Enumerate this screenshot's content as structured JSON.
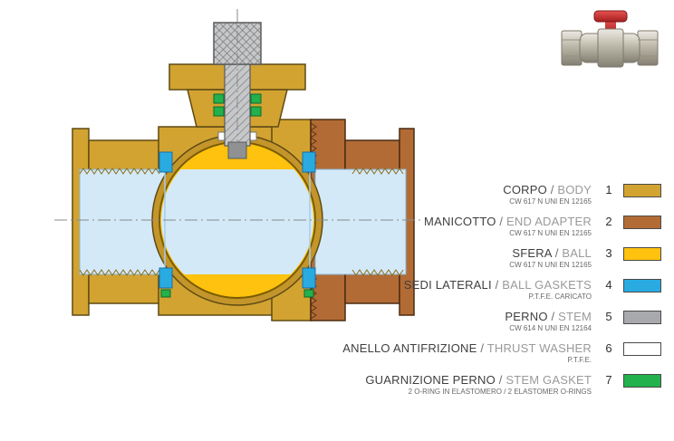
{
  "legend": {
    "separator": " / ",
    "items": [
      {
        "name_it": "CORPO",
        "name_en": "BODY",
        "spec": "CW 617 N UNI EN 12165",
        "number": "1",
        "color": "#D2A331"
      },
      {
        "name_it": "MANICOTTO",
        "name_en": "END ADAPTER",
        "spec": "CW 617 N UNI EN 12165",
        "number": "2",
        "color": "#B26B35"
      },
      {
        "name_it": "SFERA",
        "name_en": "BALL",
        "spec": "CW 617 N UNI EN 12165",
        "number": "3",
        "color": "#FFC20E"
      },
      {
        "name_it": "SEDI LATERALI",
        "name_en": "BALL GASKETS",
        "spec": "P.T.F.E. CARICATO",
        "number": "4",
        "color": "#29ABE2"
      },
      {
        "name_it": "PERNO",
        "name_en": "STEM",
        "spec": "CW 614 N UNI EN 12164",
        "number": "5",
        "color": "#A7A9AC"
      },
      {
        "name_it": "ANELLO ANTIFRIZIONE",
        "name_en": "THRUST WASHER",
        "spec": "P.T.F.E.",
        "number": "6",
        "color": "#FFFFFF"
      },
      {
        "name_it": "GUARNIZIONE PERNO",
        "name_en": "STEM GASKET",
        "spec": "2 O-RING IN ELASTOMERO / 2 ELASTOMER O-RINGS",
        "number": "7",
        "color": "#22B14C"
      }
    ]
  }
}
